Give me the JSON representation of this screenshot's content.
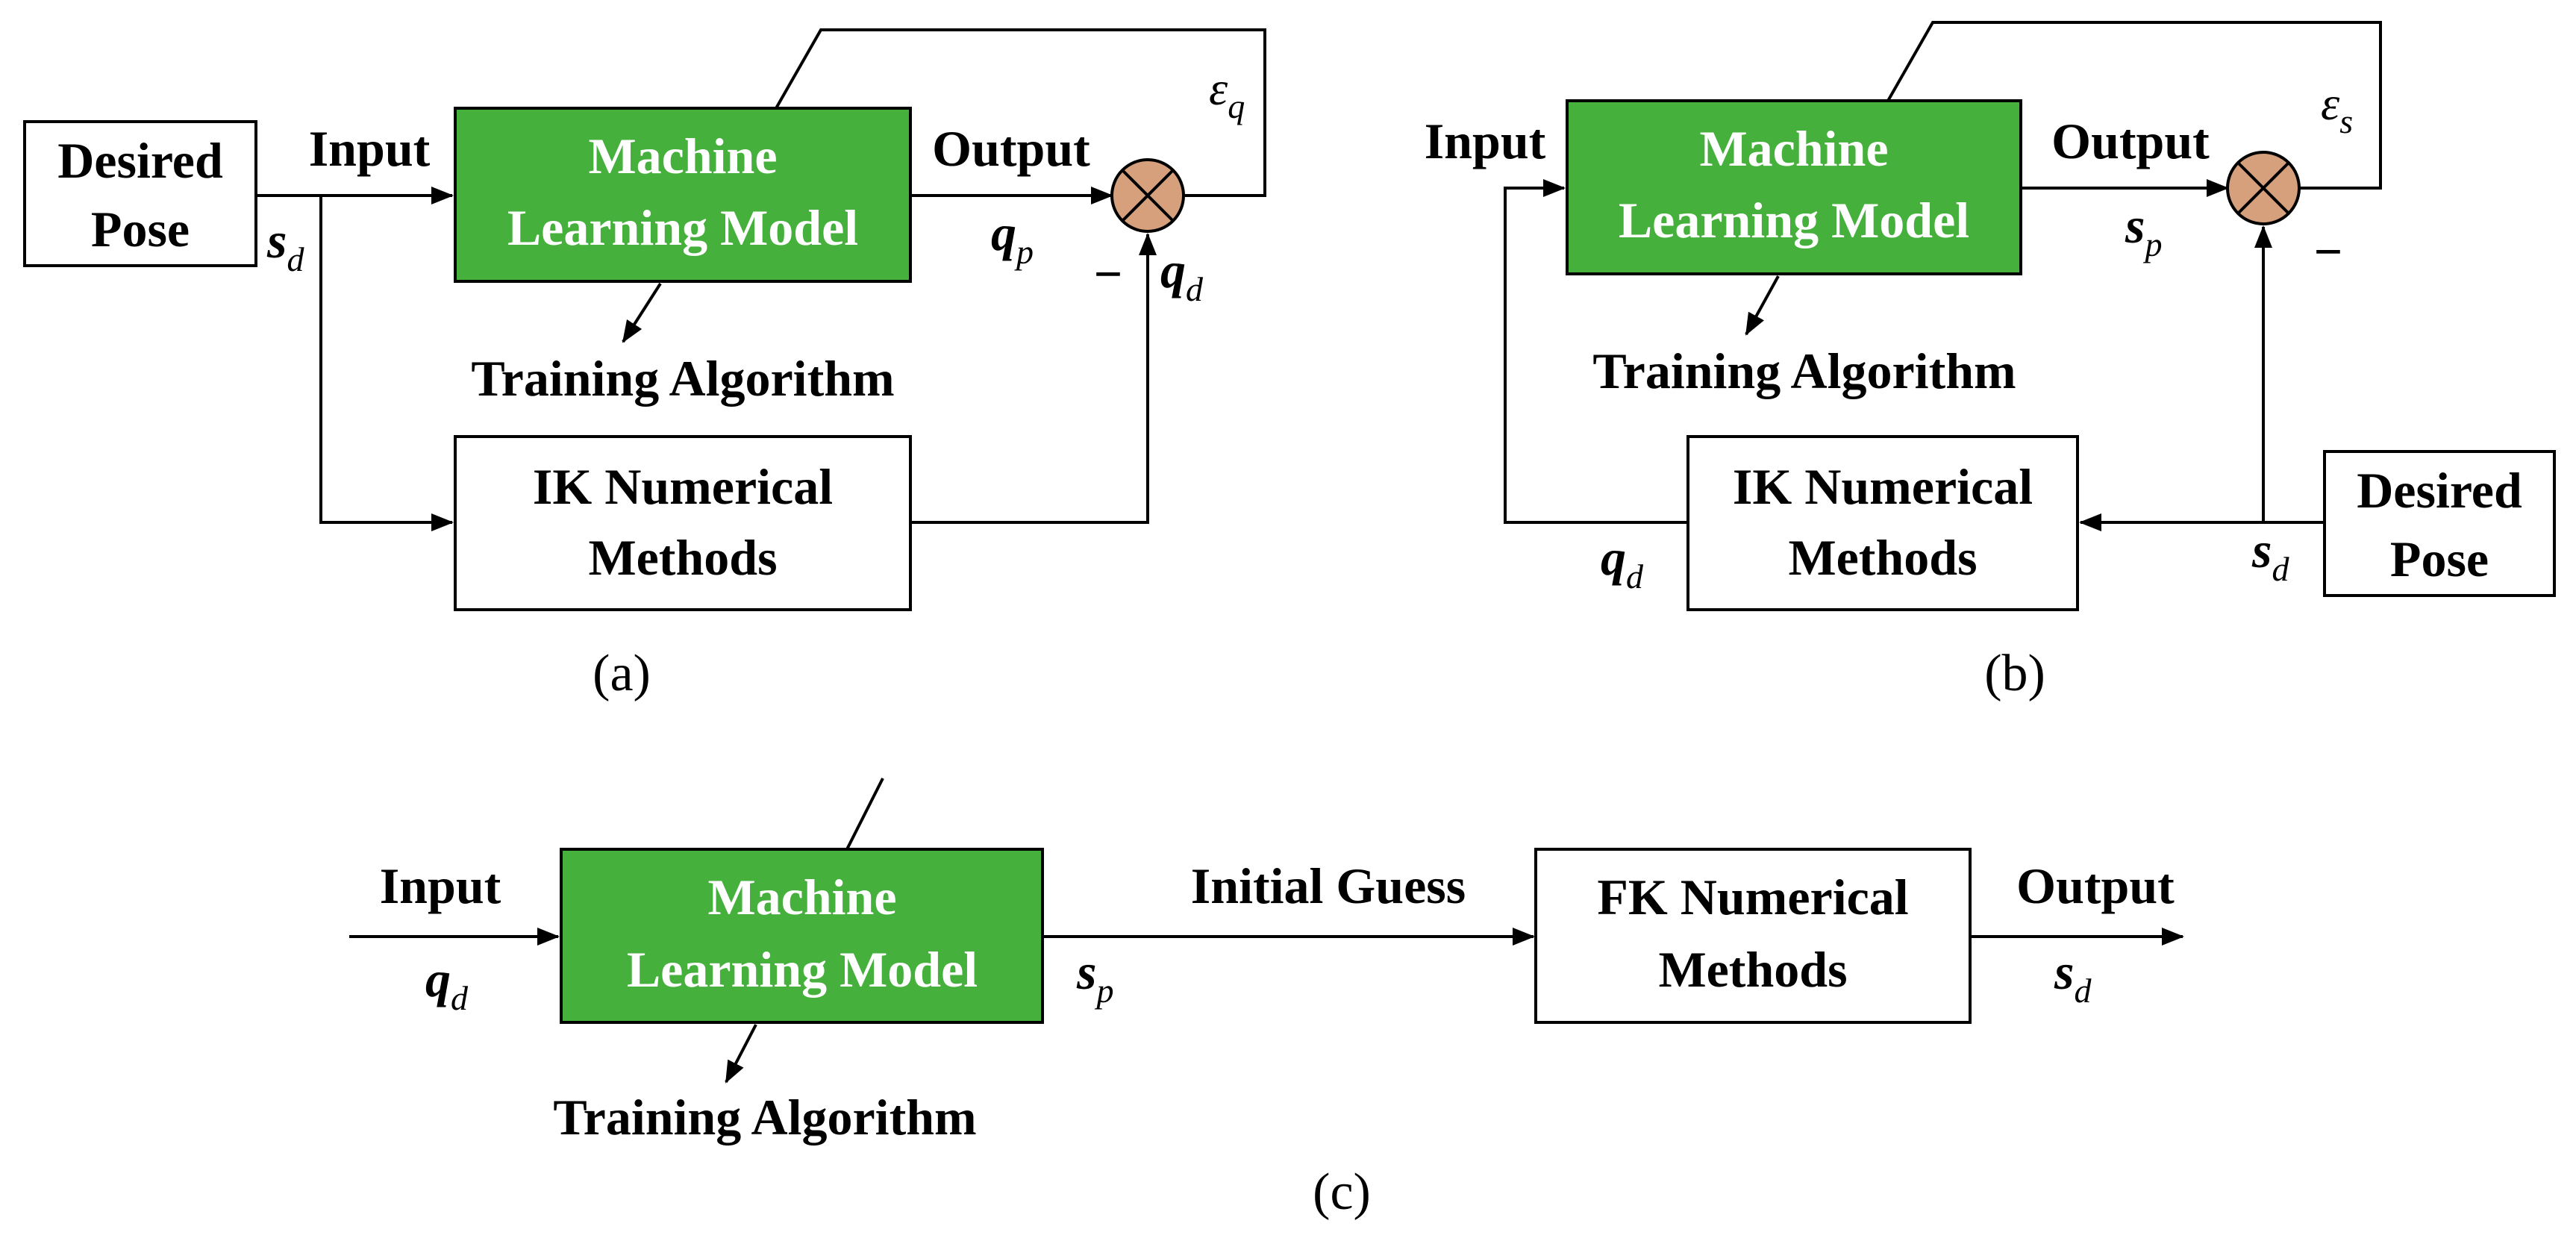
{
  "panel_a": {
    "caption": "(a)",
    "desired_pose": [
      "Desired",
      "Pose"
    ],
    "input_label": "Input",
    "ml_model": [
      "Machine",
      "Learning Model"
    ],
    "output_label": "Output",
    "training_label": "Training Algorithm",
    "ik_box": [
      "IK Numerical",
      "Methods"
    ],
    "minus": "−",
    "s_d": {
      "main": "s",
      "sub": "d"
    },
    "q_p": {
      "main": "q",
      "sub": "p"
    },
    "q_d": {
      "main": "q",
      "sub": "d"
    },
    "eps": {
      "main": "ε",
      "sub": "q"
    }
  },
  "panel_b": {
    "caption": "(b)",
    "input_label": "Input",
    "ml_model": [
      "Machine",
      "Learning Model"
    ],
    "output_label": "Output",
    "training_label": "Training Algorithm",
    "ik_box": [
      "IK Numerical",
      "Methods"
    ],
    "desired_pose": [
      "Desired",
      "Pose"
    ],
    "minus": "−",
    "s_p": {
      "main": "s",
      "sub": "p"
    },
    "q_d": {
      "main": "q",
      "sub": "d"
    },
    "s_d": {
      "main": "s",
      "sub": "d"
    },
    "eps": {
      "main": "ε",
      "sub": "s"
    }
  },
  "panel_c": {
    "caption": "(c)",
    "input_label": "Input",
    "ml_model": [
      "Machine",
      "Learning Model"
    ],
    "initial_guess": "Initial Guess",
    "fk_box": [
      "FK Numerical",
      "Methods"
    ],
    "output_label": "Output",
    "training_label": "Training Algorithm",
    "q_d": {
      "main": "q",
      "sub": "d"
    },
    "s_p": {
      "main": "s",
      "sub": "p"
    },
    "s_d": {
      "main": "s",
      "sub": "d"
    }
  }
}
